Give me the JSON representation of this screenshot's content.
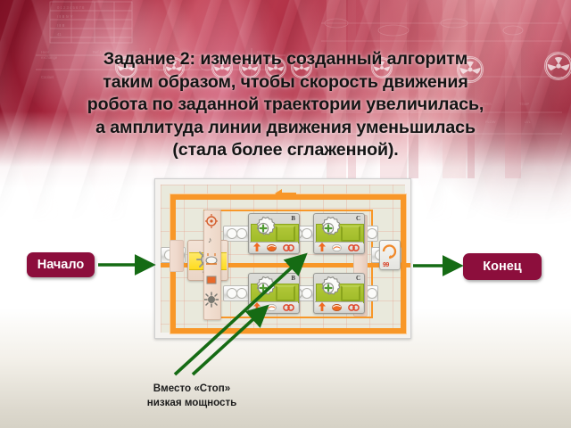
{
  "slide": {
    "title_lines": [
      "Задание 2: изменить созданный алгоритм",
      "таким образом, чтобы скорость движения",
      "робота по заданной траектории увеличилась,",
      "а амплитуда линии движения уменьшилась",
      "(стала более сглаженной)."
    ],
    "title_full": "Задание 2: изменить созданный алгоритм таким образом, чтобы скорость движения робота по заданной траектории увеличилась, а амплитуда линии движения уменьшилась (стала более сглаженной).",
    "caption_lines": [
      "Вместо «Стоп»",
      "низкая мощность"
    ]
  },
  "callouts": {
    "start": {
      "label": "Начало",
      "color": "#8c0e3c"
    },
    "end": {
      "label": "Конец",
      "color": "#8c0e3c"
    }
  },
  "colors": {
    "accent_orange": "#f89728",
    "block_green": "#a9c232",
    "sensor_yellow": "#ffdc1f",
    "callout_maroon": "#8c0e3c",
    "arrow_green": "#1a7a1e",
    "background_red": "#a8263d"
  },
  "program": {
    "name": "nxt-g-program-canvas",
    "loop_arrow": "loop-back-arrow",
    "sensor_block": {
      "name": "light-sensor-block",
      "icon": "light-sensor-icon"
    },
    "palette": {
      "name": "sensor-palette",
      "icons": [
        "light-sensor-icon",
        "sound-sensor-icon",
        "touch-sensor-icon",
        "color-lamp-icon",
        "rotation-sensor-icon"
      ]
    },
    "loop_end_block": {
      "name": "loop-end-block",
      "counter": "99"
    },
    "motor_blocks": [
      {
        "id": "motor-b-top",
        "port": "B",
        "direction": "forward",
        "power_icon": "stop-brake-icon",
        "duration": "unlimited-icon"
      },
      {
        "id": "motor-c-top",
        "port": "C",
        "direction": "forward",
        "power_icon": "low-power-icon",
        "duration": "unlimited-icon"
      },
      {
        "id": "motor-b-bottom",
        "port": "B",
        "direction": "forward",
        "power_icon": "low-power-icon",
        "duration": "unlimited-icon"
      },
      {
        "id": "motor-c-bottom",
        "port": "C",
        "direction": "forward",
        "power_icon": "stop-brake-icon",
        "duration": "unlimited-icon"
      }
    ]
  },
  "decor": {
    "radiation_symbols": 9,
    "background_theme": "industrial-red-radiation"
  }
}
